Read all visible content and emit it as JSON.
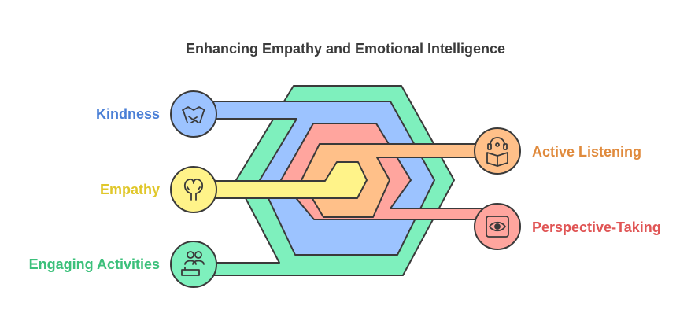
{
  "title": "Enhancing Empathy and Emotional Intelligence",
  "colors": {
    "kindness": "#4a7fd6",
    "empathy": "#e0c72a",
    "engaging": "#3cc07b",
    "active_listening": "#e08a3c",
    "perspective": "#e05555",
    "outline": "#3a3a3a"
  },
  "items": [
    {
      "label": "Kindness",
      "icon": "handshake-icon",
      "side": "left"
    },
    {
      "label": "Empathy",
      "icon": "two-heads-icon",
      "side": "left"
    },
    {
      "label": "Engaging Activities",
      "icon": "people-activity-icon",
      "side": "left"
    },
    {
      "label": "Active Listening",
      "icon": "headphones-book-icon",
      "side": "right"
    },
    {
      "label": "Perspective-Taking",
      "icon": "eye-icon",
      "side": "right"
    }
  ]
}
